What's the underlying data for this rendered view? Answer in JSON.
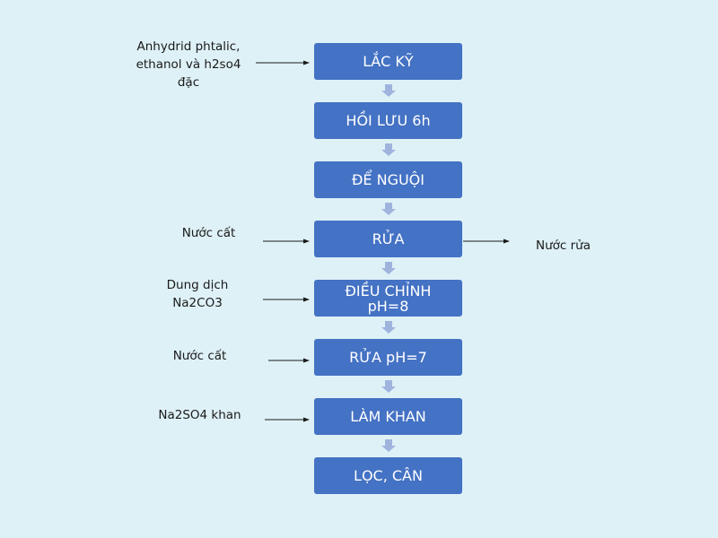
{
  "colors": {
    "background": "#def1f7",
    "box_fill": "#4472c4",
    "box_text": "#ffffff",
    "down_arrow": "#9fb4dd",
    "line": "#1a1a1a"
  },
  "steps": [
    {
      "label": "LẮC KỸ"
    },
    {
      "label": "HỒI LƯU 6h"
    },
    {
      "label": "ĐỂ NGUỘI"
    },
    {
      "label": "RỬA"
    },
    {
      "label": "ĐIỀU CHỈNH pH=8"
    },
    {
      "label": "RỬA pH=7"
    },
    {
      "label": "LÀM KHAN"
    },
    {
      "label": "LỌC, CÂN"
    }
  ],
  "inputs": [
    {
      "step": 1,
      "text": "Anhydrid phtalic, ethanol và h2so4 đặc"
    },
    {
      "step": 4,
      "text": "Nước cất"
    },
    {
      "step": 5,
      "text": "Dung dịch Na2CO3"
    },
    {
      "step": 6,
      "text": "Nước cất"
    },
    {
      "step": 7,
      "text": "Na2SO4 khan"
    }
  ],
  "outputs": [
    {
      "step": 4,
      "text": "Nước rửa"
    }
  ]
}
